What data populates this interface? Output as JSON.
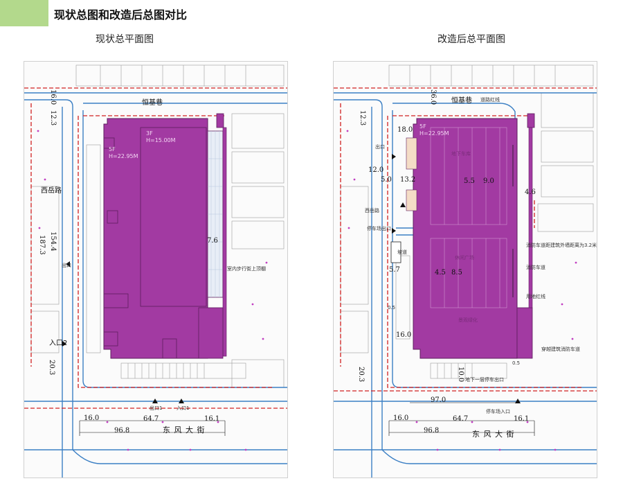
{
  "header": {
    "title": "现状总图和改造后总图对比",
    "accent_color": "#b3d98c"
  },
  "colors": {
    "building_fill": "#a23aa2",
    "building_stroke": "#5e1e5e",
    "road_line": "#3b7fc4",
    "red_line": "#d02020",
    "bg": "#fbfbfb"
  },
  "left_map": {
    "title": "现状总平面图",
    "labels": {
      "street_top": "恒基巷",
      "road_west": "西岳路",
      "b1": "5F",
      "b2": "H=22.95M",
      "b3": "3F",
      "b4": "H=15.00M",
      "walkway": "室内步行街上顶棚",
      "entrance1": "出口",
      "entrance2": "入口2",
      "exit1": "出口1",
      "in1": "入口1",
      "street_bottom": "东 风 大 街",
      "d16": "16.0",
      "d12": "12.3",
      "d1874": "187.3",
      "d1544": "154.4",
      "d76": "7.6",
      "d203": "20.3",
      "d160": "16.0",
      "d647": "64.7",
      "d161": "16.1",
      "d968": "96.8"
    }
  },
  "right_map": {
    "title": "改造后总平面图",
    "labels": {
      "street_top": "恒基巷",
      "redline": "道路红线",
      "b1": "5F",
      "b2": "H=22.95M",
      "road_west": "西岳路",
      "exit": "出口",
      "parking_exit": "停车场出口",
      "d180": "18.0",
      "d120": "12.0",
      "d50": "5.0",
      "d132": "13.2",
      "d55": "5.5",
      "d90": "9.0",
      "d46": "4.6",
      "d45": "4.5",
      "d85": "8.5",
      "d57": "5.7",
      "d160a": "16.0",
      "d203": "20.3",
      "d100": "10.0",
      "d970": "97.0",
      "d160b": "16.0",
      "d647": "64.7",
      "d161": "16.1",
      "d968": "96.8",
      "d05a": "0.5",
      "d05b": "0.5",
      "d36": "36.0",
      "d123": "12.3",
      "fire_dist": "消防车道距建筑外墙距离为3.2米",
      "fire_lane": "消防车道",
      "site_line": "用地红线",
      "fire_lane2": "穿越建筑消防车道",
      "parking_entry": "停车场入口",
      "underground": "地下车库",
      "ug_exit": "地下一层停车出口",
      "green": "景观绿化",
      "plaza": "休闲广场",
      "street_bottom": "东 风 大 街",
      "ramp": "坡道"
    }
  }
}
